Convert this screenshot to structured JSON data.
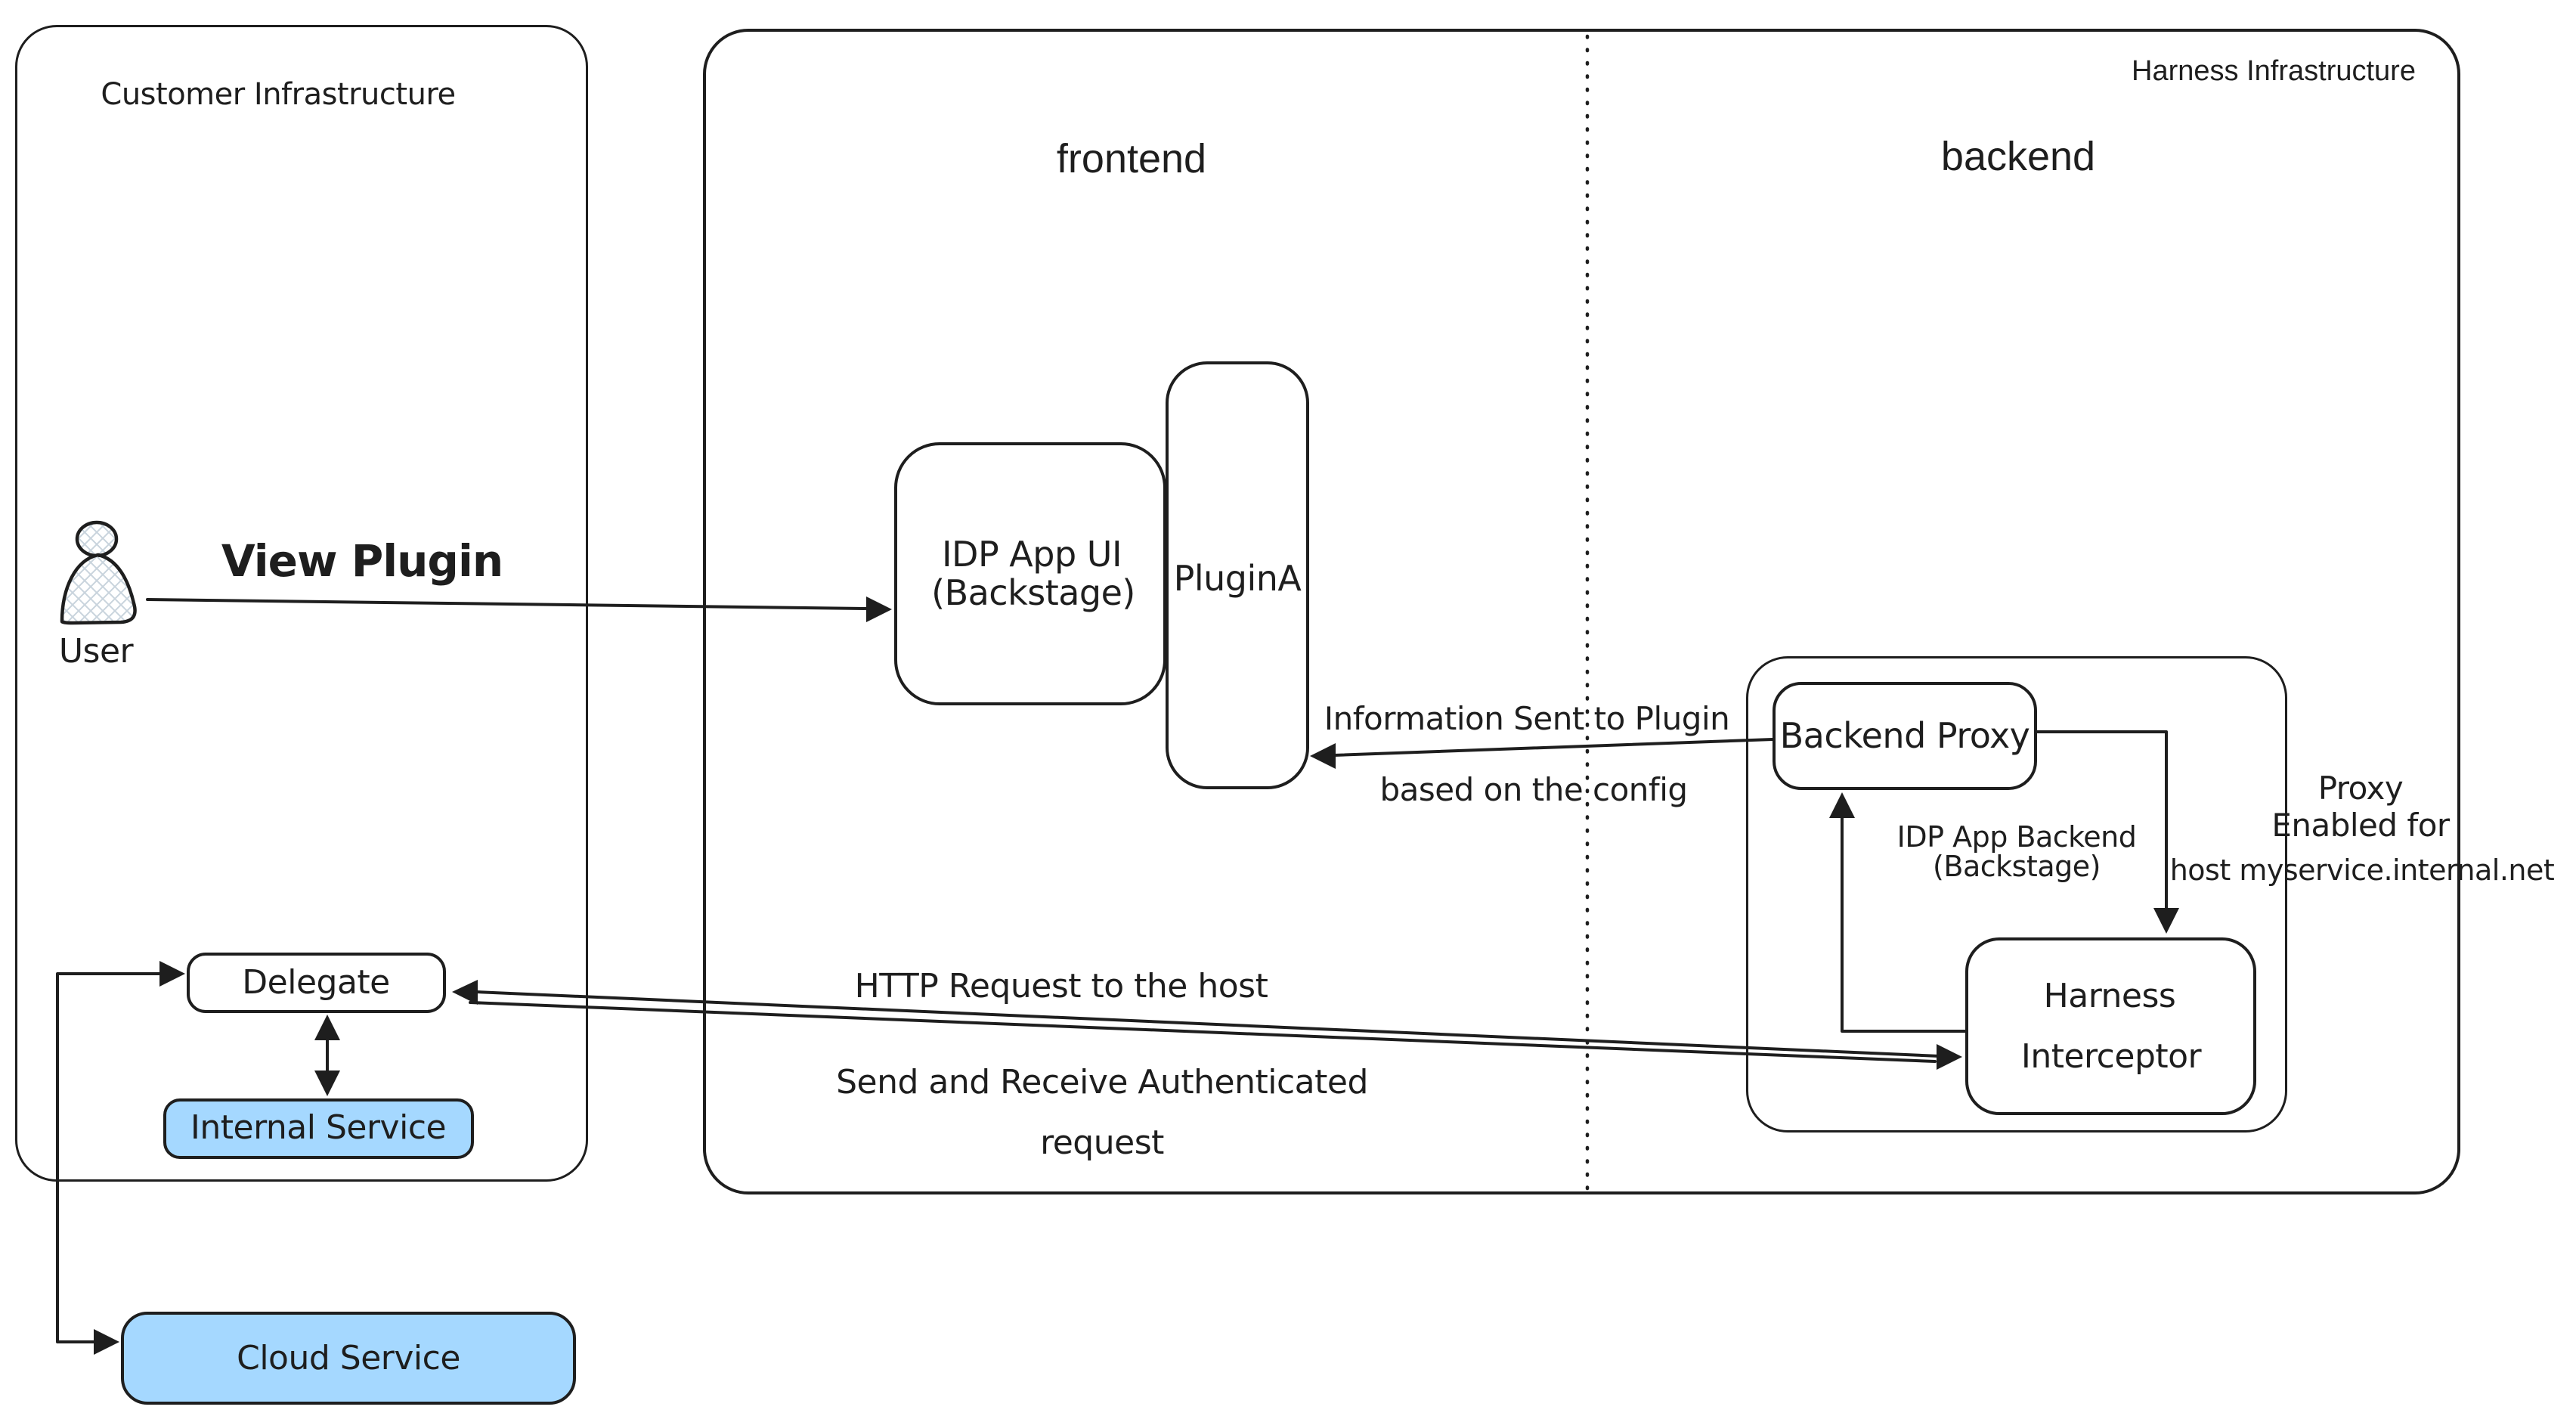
{
  "diagram": {
    "regions": {
      "customer": {
        "label": "Customer Infrastructure"
      },
      "harness": {
        "label": "Harness Infrastructure"
      },
      "frontend": {
        "label": "frontend"
      },
      "backend": {
        "label": "backend"
      }
    },
    "nodes": {
      "user": {
        "label": "User",
        "icon": "person-silhouette"
      },
      "idp_app_ui": {
        "line1": "IDP App UI",
        "line2": "(Backstage)"
      },
      "plugin_a": {
        "label": "PluginA"
      },
      "backend_proxy": {
        "label": "Backend Proxy"
      },
      "idp_app_backend": {
        "line1": "IDP App Backend",
        "line2": "(Backstage)"
      },
      "harness_interceptor": {
        "line1": "Harness",
        "line2": "Interceptor"
      },
      "delegate": {
        "label": "Delegate"
      },
      "internal_service": {
        "label": "Internal Service"
      },
      "cloud_service": {
        "label": "Cloud Service"
      }
    },
    "edges": {
      "view_plugin": {
        "label": "View Plugin"
      },
      "info_to_plugin": {
        "line1": "Information Sent to Plugin",
        "line2": "based on the config"
      },
      "http_request": {
        "line1": "HTTP Request to the host",
        "line2": "Send and Receive Authenticated",
        "line3": "request"
      },
      "proxy_note": {
        "line1": "Proxy",
        "line2": "Enabled for",
        "line3": "host myservice.internal.net"
      }
    },
    "colors": {
      "stroke": "#1e1e1e",
      "service_fill": "#a5d8ff",
      "hatch": "#c9d4dd",
      "background": "#ffffff"
    }
  }
}
